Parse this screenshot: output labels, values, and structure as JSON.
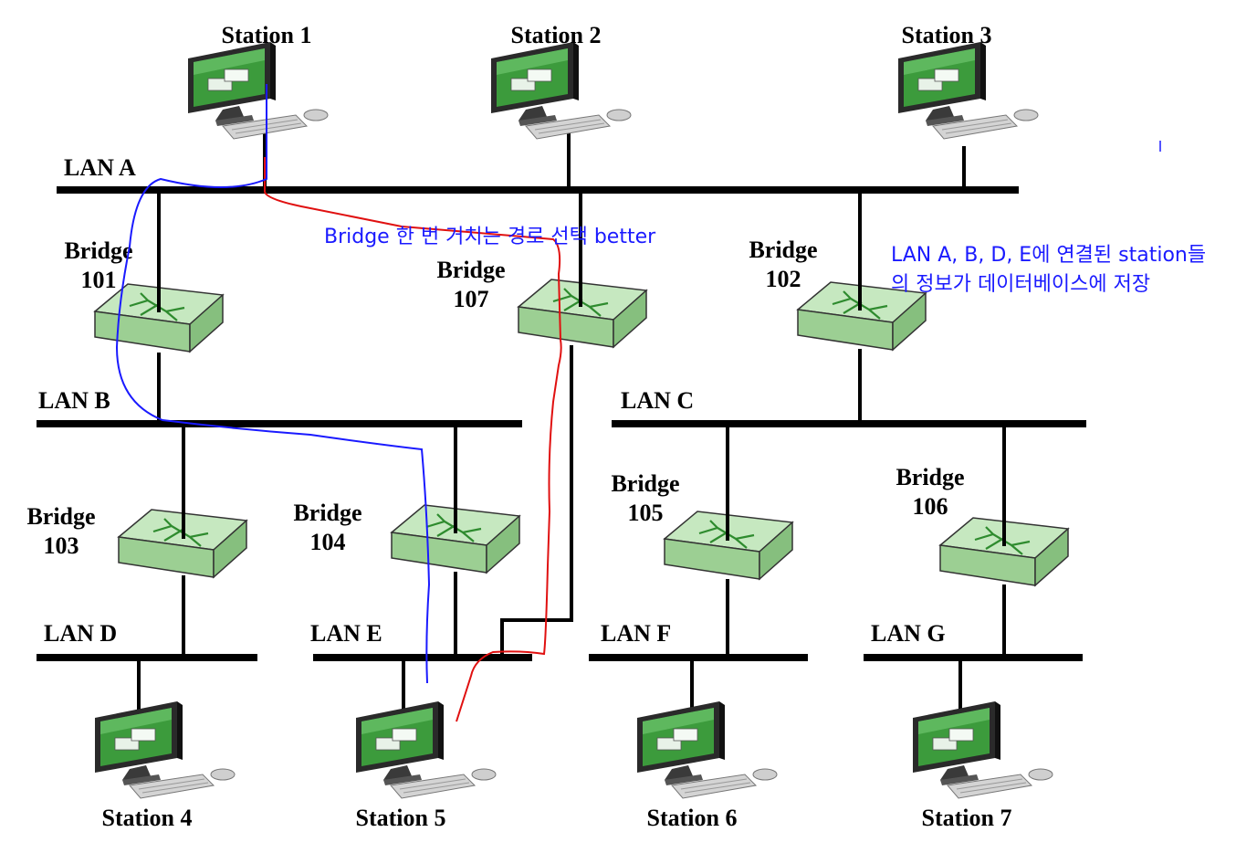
{
  "stations": {
    "s1": "Station 1",
    "s2": "Station 2",
    "s3": "Station 3",
    "s4": "Station 4",
    "s5": "Station 5",
    "s6": "Station 6",
    "s7": "Station 7"
  },
  "lans": {
    "a": "LAN A",
    "b": "LAN B",
    "c": "LAN C",
    "d": "LAN D",
    "e": "LAN E",
    "f": "LAN F",
    "g": "LAN G"
  },
  "bridges": {
    "b101": {
      "word": "Bridge",
      "num": "101"
    },
    "b102": {
      "word": "Bridge",
      "num": "102"
    },
    "b103": {
      "word": "Bridge",
      "num": "103"
    },
    "b104": {
      "word": "Bridge",
      "num": "104"
    },
    "b105": {
      "word": "Bridge",
      "num": "105"
    },
    "b106": {
      "word": "Bridge",
      "num": "106"
    },
    "b107": {
      "word": "Bridge",
      "num": "107"
    }
  },
  "annotations": {
    "path_note": "Bridge 한 번 거치는 경로 선택 better",
    "db_note_line1": "LAN A, B, D, E에 연결된 station들",
    "db_note_line2": "의 정보가 데이터베이스에 저장"
  },
  "icons": {
    "station": "desktop-computer-icon",
    "bridge": "network-bridge-switch-icon"
  },
  "colors": {
    "line": "#000000",
    "bridge_fill": "#a8d8a0",
    "screen": "#3c9b3c",
    "annotation_blue": "#1a1aff",
    "annotation_red": "#e01010"
  }
}
